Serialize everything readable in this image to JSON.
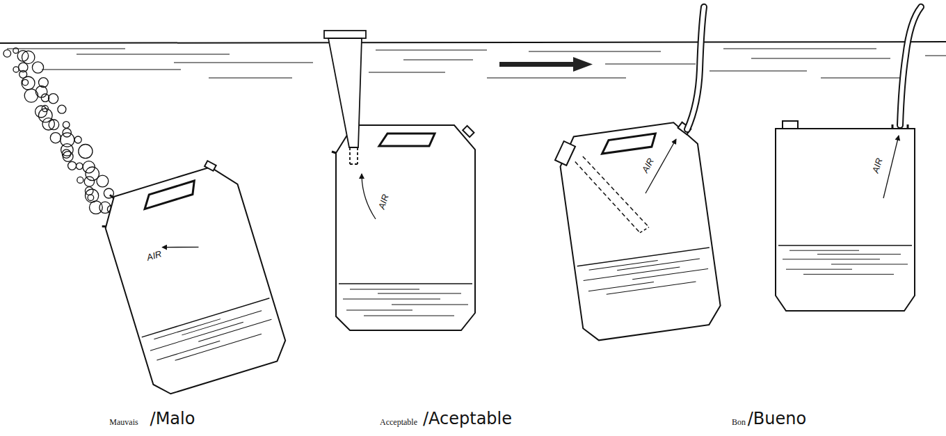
{
  "diagram": {
    "labels": [
      "AIR",
      "AIR",
      "AIR",
      "AIR",
      "Mauvais",
      "/Malo",
      "Acceptable",
      "/Aceptable",
      "Bon",
      "/Bueno"
    ]
  }
}
